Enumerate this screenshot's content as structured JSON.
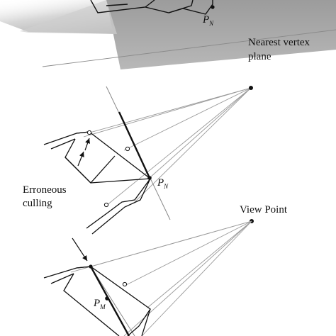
{
  "labels": {
    "pn_top_main": "P",
    "pn_top_sub": "N",
    "nearest_line1": "Nearest vertex",
    "nearest_line2": "plane",
    "pn_mid_main": "P",
    "pn_mid_sub": "N",
    "erroneous_line1": "Erroneous",
    "erroneous_line2": "culling",
    "view_point": "View Point",
    "pm_main": "P",
    "pm_sub": "M"
  },
  "colors": {
    "ink": "#111111",
    "ray": "#9a9a9a",
    "plane_dark": "#a9a9a9",
    "plane_light": "#e6e6e6"
  }
}
